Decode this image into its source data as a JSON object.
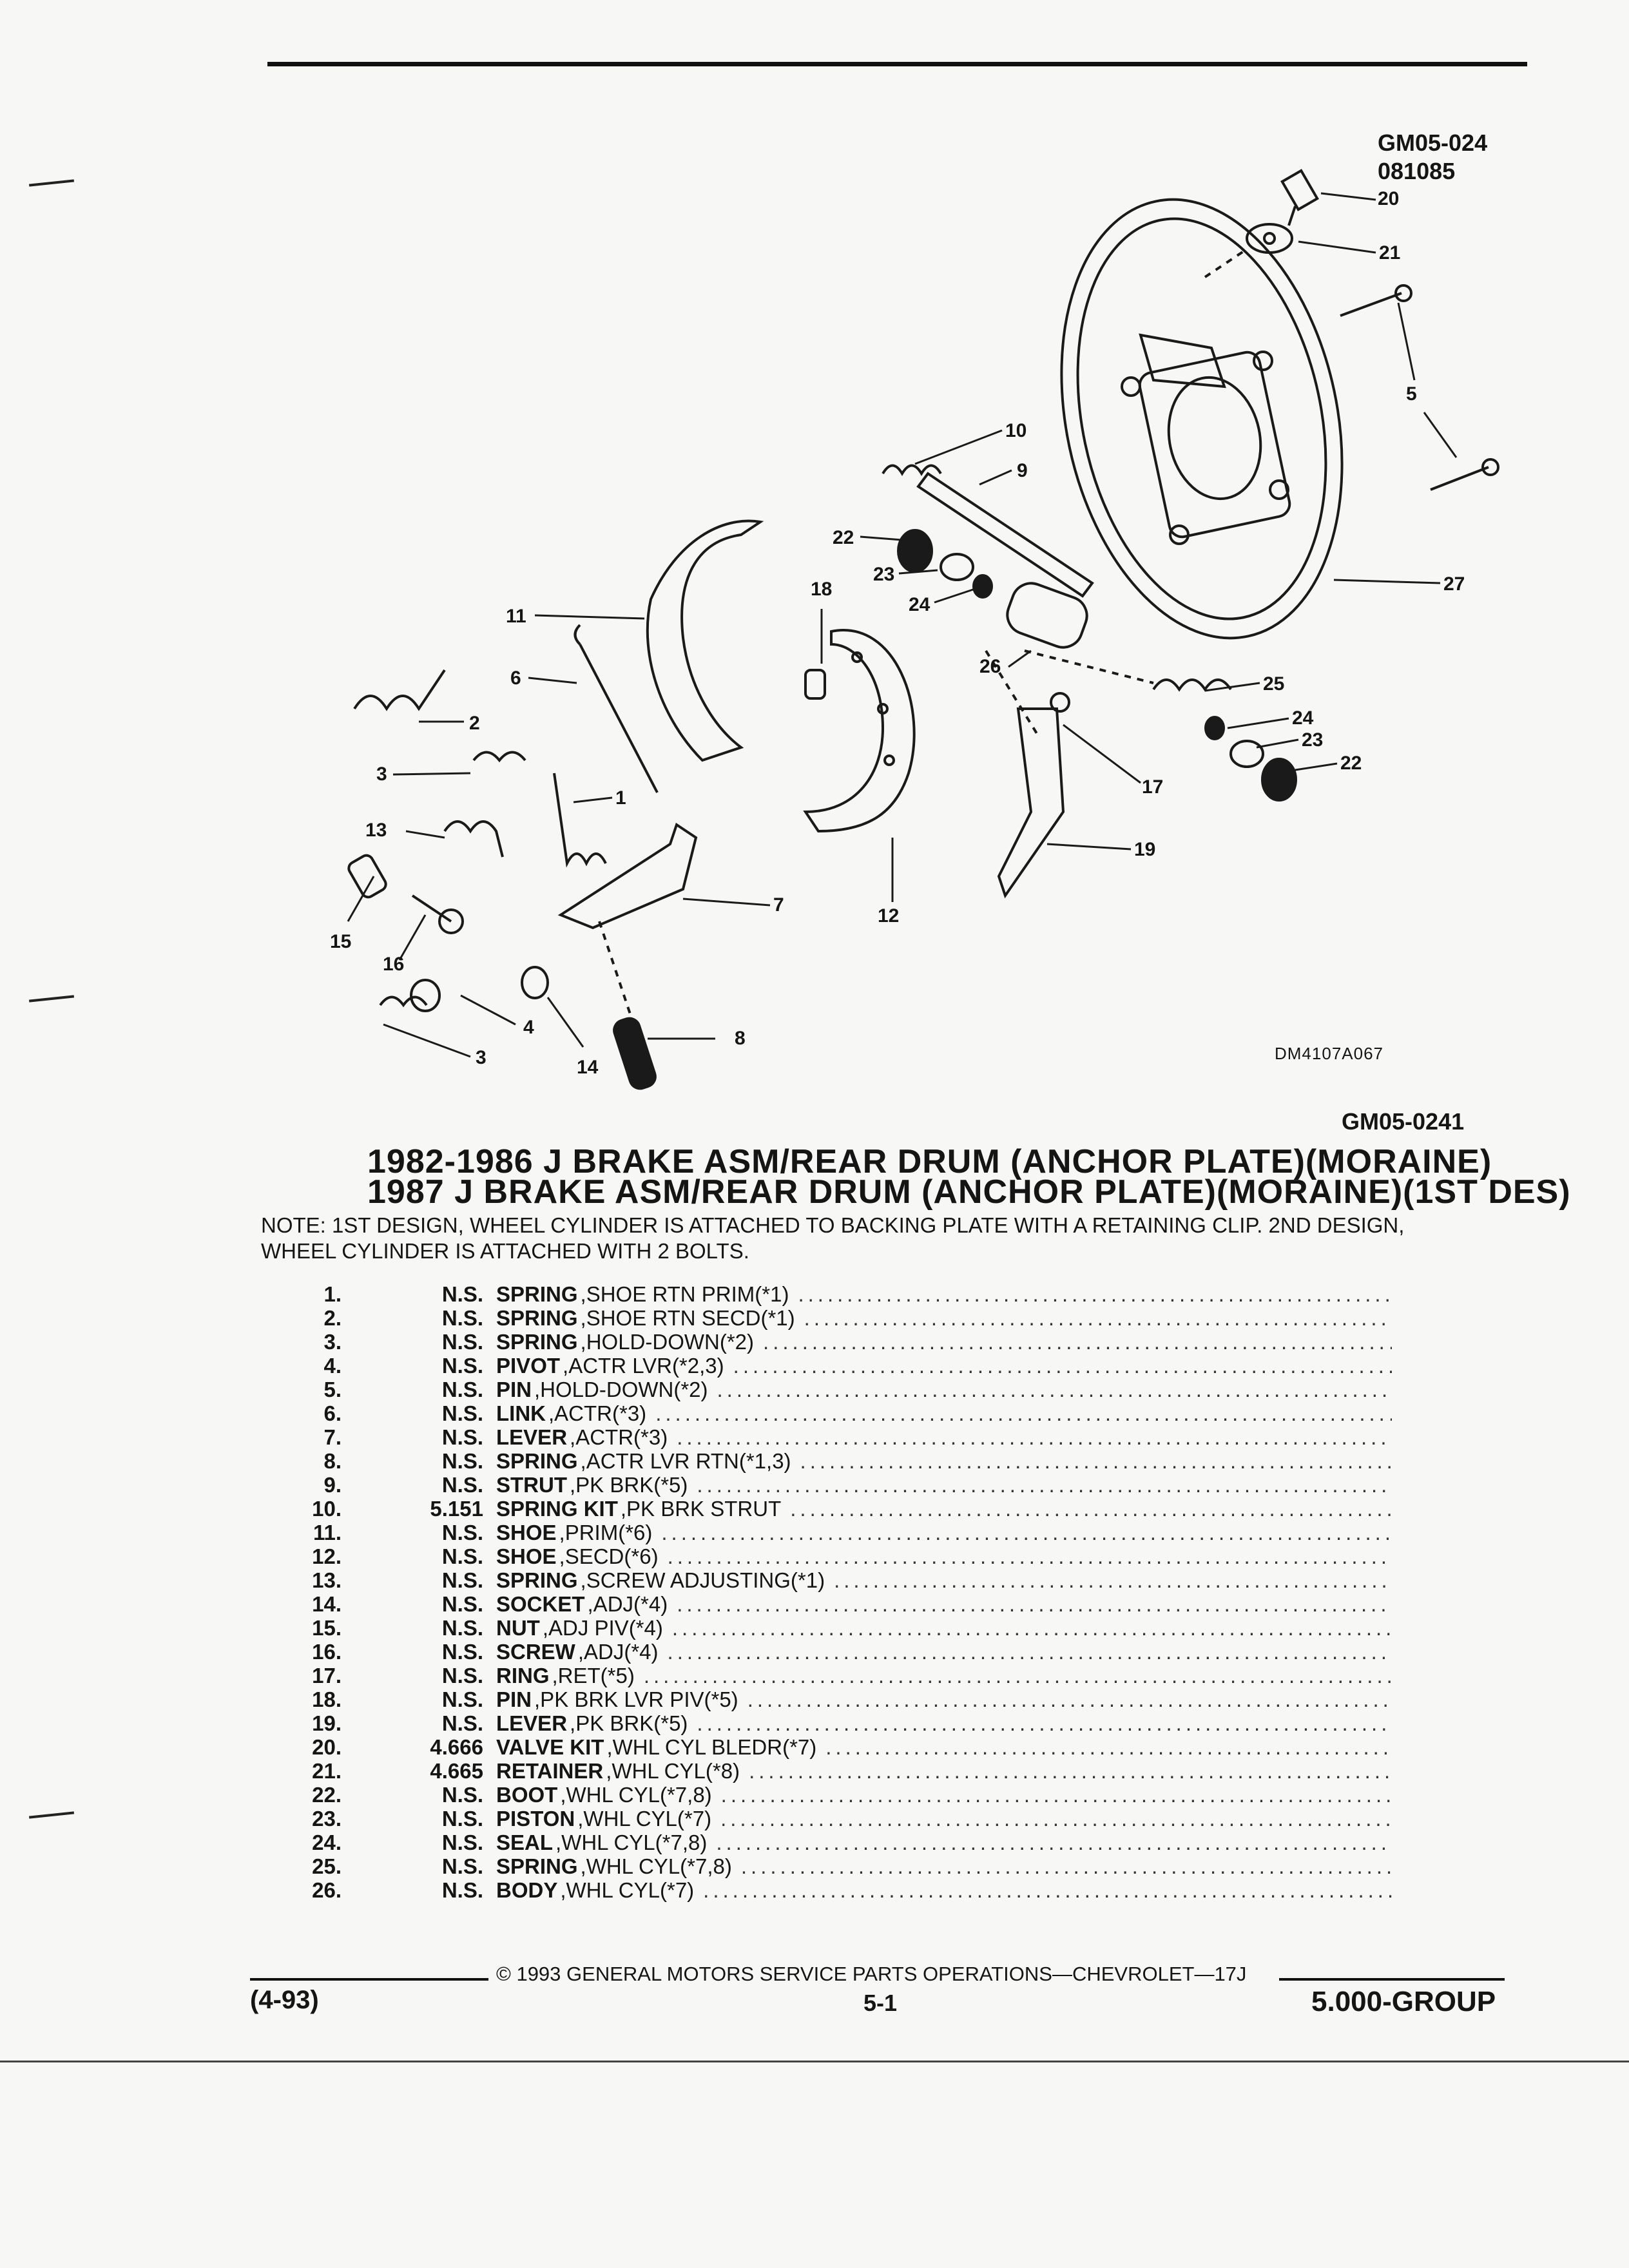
{
  "header": {
    "code1": "GM05-024",
    "code2": "081085"
  },
  "diagram": {
    "drawing_number": "DM4107A067",
    "callouts": [
      "20",
      "21",
      "5",
      "10",
      "9",
      "22",
      "23",
      "18",
      "24",
      "11",
      "26",
      "27",
      "6",
      "25",
      "24",
      "23",
      "22",
      "2",
      "3",
      "1",
      "17",
      "13",
      "19",
      "7",
      "12",
      "15",
      "16",
      "4",
      "8",
      "3",
      "14"
    ]
  },
  "section_code": "GM05-0241",
  "title_line1": "1982-1986 J BRAKE ASM/REAR DRUM (ANCHOR PLATE)(MORAINE)",
  "title_line2": "1987 J BRAKE ASM/REAR DRUM (ANCHOR PLATE)(MORAINE)(1ST DES)",
  "note": "NOTE:  1ST DESIGN, WHEEL CYLINDER IS ATTACHED TO BACKING PLATE WITH A RETAINING CLIP. 2ND DESIGN, WHEEL CYLINDER IS ATTACHED WITH 2 BOLTS.",
  "parts": [
    {
      "num": "1.",
      "part": "N.S.",
      "name": "SPRING",
      "desc": ",SHOE RTN PRIM(*1)"
    },
    {
      "num": "2.",
      "part": "N.S.",
      "name": "SPRING",
      "desc": ",SHOE RTN SECD(*1)"
    },
    {
      "num": "3.",
      "part": "N.S.",
      "name": "SPRING",
      "desc": ",HOLD-DOWN(*2)"
    },
    {
      "num": "4.",
      "part": "N.S.",
      "name": "PIVOT",
      "desc": ",ACTR LVR(*2,3)"
    },
    {
      "num": "5.",
      "part": "N.S.",
      "name": "PIN",
      "desc": ",HOLD-DOWN(*2)"
    },
    {
      "num": "6.",
      "part": "N.S.",
      "name": "LINK",
      "desc": ",ACTR(*3)"
    },
    {
      "num": "7.",
      "part": "N.S.",
      "name": "LEVER",
      "desc": ",ACTR(*3)"
    },
    {
      "num": "8.",
      "part": "N.S.",
      "name": "SPRING",
      "desc": ",ACTR LVR RTN(*1,3)"
    },
    {
      "num": "9.",
      "part": "N.S.",
      "name": "STRUT",
      "desc": ",PK BRK(*5)"
    },
    {
      "num": "10.",
      "part": "5.151",
      "name": "SPRING KIT",
      "desc": ",PK BRK STRUT"
    },
    {
      "num": "11.",
      "part": "N.S.",
      "name": "SHOE",
      "desc": ",PRIM(*6)"
    },
    {
      "num": "12.",
      "part": "N.S.",
      "name": "SHOE",
      "desc": ",SECD(*6)"
    },
    {
      "num": "13.",
      "part": "N.S.",
      "name": "SPRING",
      "desc": ",SCREW ADJUSTING(*1)"
    },
    {
      "num": "14.",
      "part": "N.S.",
      "name": "SOCKET",
      "desc": ",ADJ(*4)"
    },
    {
      "num": "15.",
      "part": "N.S.",
      "name": "NUT",
      "desc": ",ADJ PIV(*4)"
    },
    {
      "num": "16.",
      "part": "N.S.",
      "name": "SCREW",
      "desc": ",ADJ(*4)"
    },
    {
      "num": "17.",
      "part": "N.S.",
      "name": "RING",
      "desc": ",RET(*5)"
    },
    {
      "num": "18.",
      "part": "N.S.",
      "name": "PIN",
      "desc": ",PK BRK LVR PIV(*5)"
    },
    {
      "num": "19.",
      "part": "N.S.",
      "name": "LEVER",
      "desc": ",PK BRK(*5)"
    },
    {
      "num": "20.",
      "part": "4.666",
      "name": "VALVE KIT",
      "desc": ",WHL CYL BLEDR(*7)"
    },
    {
      "num": "21.",
      "part": "4.665",
      "name": "RETAINER",
      "desc": ",WHL CYL(*8)"
    },
    {
      "num": "22.",
      "part": "N.S.",
      "name": "BOOT",
      "desc": ",WHL CYL(*7,8)"
    },
    {
      "num": "23.",
      "part": "N.S.",
      "name": "PISTON",
      "desc": ",WHL CYL(*7)"
    },
    {
      "num": "24.",
      "part": "N.S.",
      "name": "SEAL",
      "desc": ",WHL CYL(*7,8)"
    },
    {
      "num": "25.",
      "part": "N.S.",
      "name": "SPRING",
      "desc": ",WHL CYL(*7,8)"
    },
    {
      "num": "26.",
      "part": "N.S.",
      "name": "BODY",
      "desc": ",WHL CYL(*7)"
    }
  ],
  "footer": {
    "date": "(4-93)",
    "copyright": "© 1993 GENERAL MOTORS SERVICE PARTS OPERATIONS—CHEVROLET—17J",
    "page": "5-1",
    "group": "5.000-GROUP"
  }
}
